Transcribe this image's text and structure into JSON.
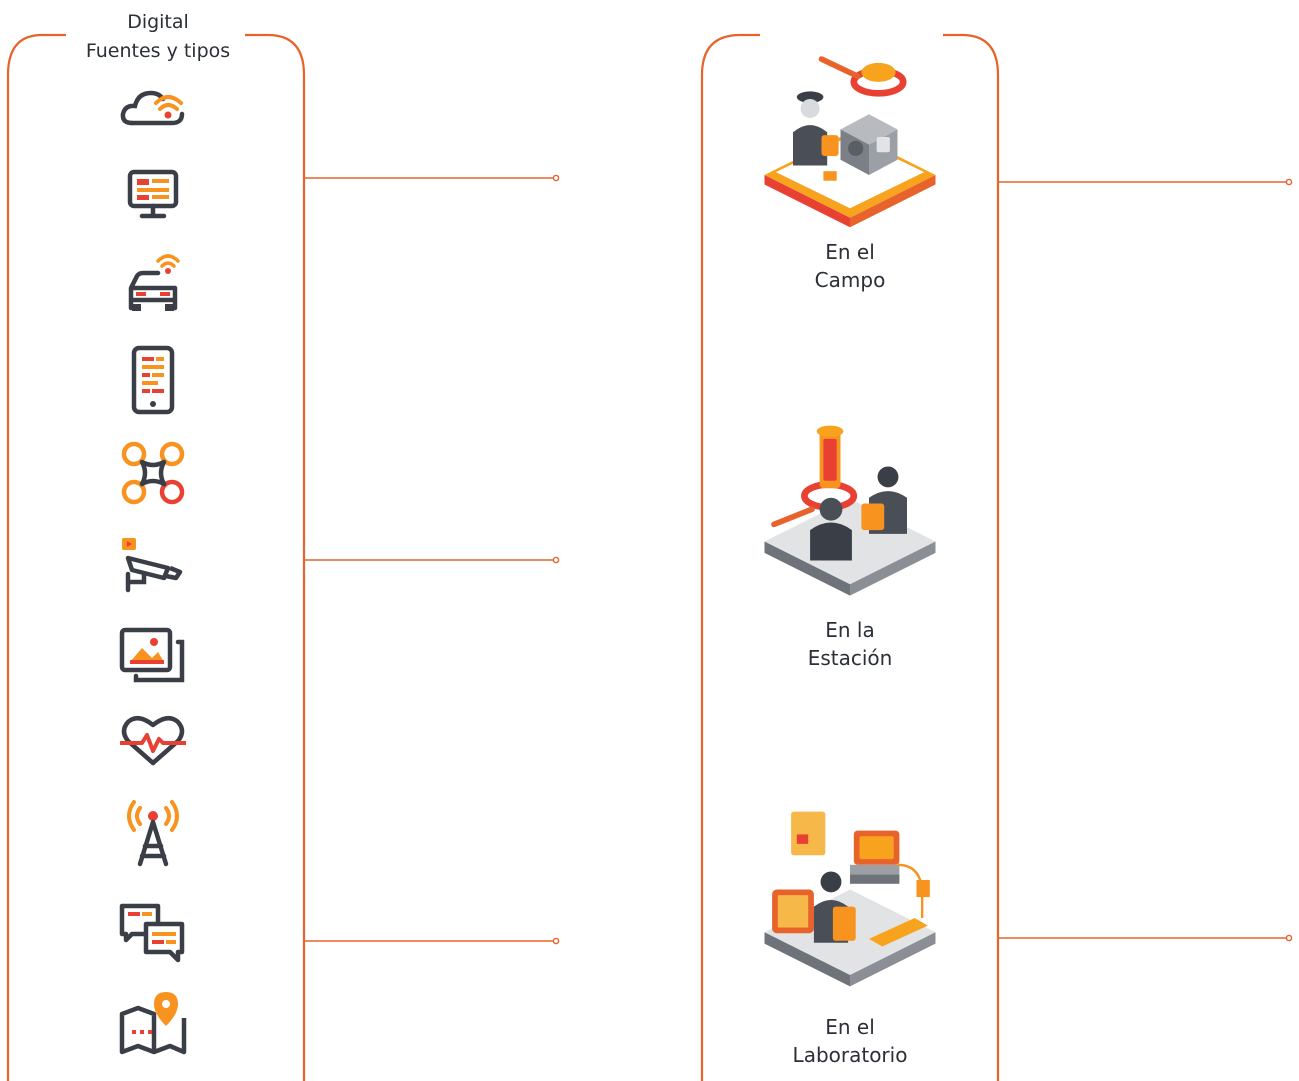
{
  "left_panel": {
    "title_line1": "Digital",
    "title_line2": "Fuentes y tipos",
    "icons": [
      {
        "name": "cloud-wifi-icon"
      },
      {
        "name": "computer-monitor-icon"
      },
      {
        "name": "connected-car-icon"
      },
      {
        "name": "smartphone-icon"
      },
      {
        "name": "drone-icon"
      },
      {
        "name": "security-camera-icon"
      },
      {
        "name": "image-gallery-icon"
      },
      {
        "name": "heart-rate-icon"
      },
      {
        "name": "cell-tower-icon"
      },
      {
        "name": "chat-messages-icon"
      },
      {
        "name": "map-location-icon"
      }
    ]
  },
  "right_panel": {
    "stations": [
      {
        "line1": "En el",
        "line2": "Campo",
        "illustration": "crime-scene-illustration"
      },
      {
        "line1": "En la",
        "line2": "Estación",
        "illustration": "station-interview-illustration"
      },
      {
        "line1": "En el",
        "line2": "Laboratorio",
        "illustration": "laboratory-illustration"
      }
    ]
  },
  "colors": {
    "frame": "#e8632c",
    "accent_orange": "#f7931e",
    "accent_red": "#e84133",
    "dark_gray": "#3a3f47",
    "mid_gray": "#9aa0a6"
  }
}
